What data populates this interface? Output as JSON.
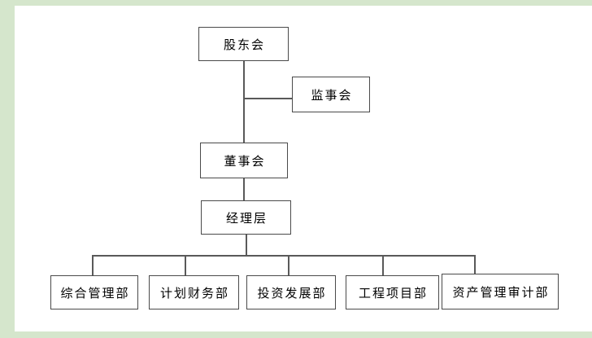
{
  "colors": {
    "page_border": "#d5e6cc",
    "canvas_background": "#ffffff",
    "node_border": "#4a4a4a",
    "node_fill": "#ffffff",
    "connector": "#595959",
    "text": "#000000"
  },
  "org_chart": {
    "nodes": {
      "shareholders": {
        "label": "股东会"
      },
      "supervisory": {
        "label": "监事会"
      },
      "board": {
        "label": "董事会"
      },
      "management": {
        "label": "经理层"
      },
      "dept_general": {
        "label": "综合管理部"
      },
      "dept_finance": {
        "label": "计划财务部"
      },
      "dept_investment": {
        "label": "投资发展部"
      },
      "dept_project": {
        "label": "工程项目部"
      },
      "dept_audit": {
        "label": "资产管理审计部"
      }
    },
    "hierarchy": [
      {
        "parent": "股东会",
        "child": "董事会"
      },
      {
        "parent": "股东会",
        "child": "监事会"
      },
      {
        "parent": "董事会",
        "child": "经理层"
      },
      {
        "parent": "经理层",
        "child": "综合管理部"
      },
      {
        "parent": "经理层",
        "child": "计划财务部"
      },
      {
        "parent": "经理层",
        "child": "投资发展部"
      },
      {
        "parent": "经理层",
        "child": "工程项目部"
      },
      {
        "parent": "经理层",
        "child": "资产管理审计部"
      }
    ]
  }
}
